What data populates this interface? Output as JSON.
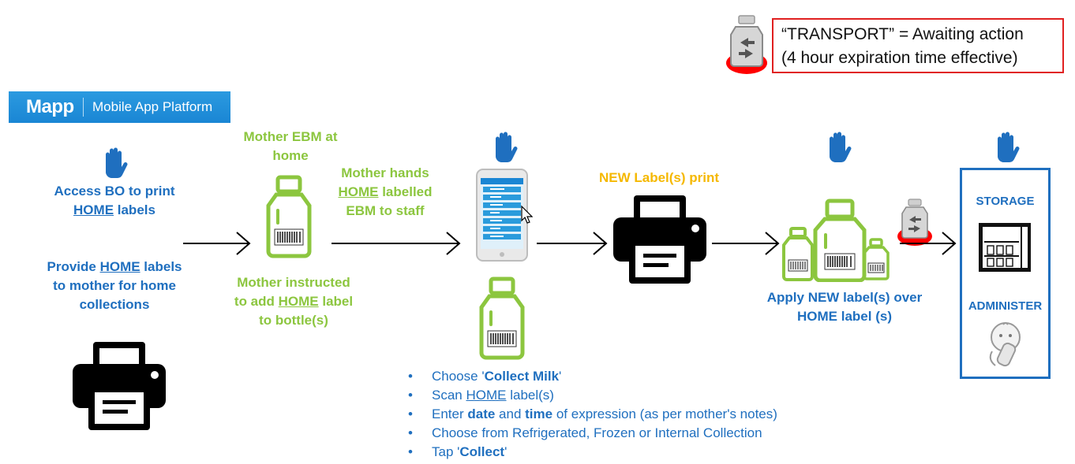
{
  "legend": {
    "line1": "“TRANSPORT” = Awaiting action",
    "line2": "(4 hour expiration time effective)"
  },
  "mapp": {
    "logo": "Mapp",
    "subtitle": "Mobile App Platform"
  },
  "step1": {
    "access_a": "Access BO to print",
    "home": "HOME",
    "access_b": " labels",
    "provide_a": "Provide ",
    "provide_b": " labels",
    "provide_c": "to mother for home",
    "provide_d": "collections"
  },
  "step2": {
    "top_a": "Mother EBM at",
    "top_b": "home",
    "bottom_a": "Mother instructed",
    "bottom_b": "to add ",
    "bottom_c": " label",
    "bottom_d": "to bottle(s)"
  },
  "step3": {
    "hands_a": "Mother hands",
    "hands_b": " labelled",
    "hands_c": "EBM to staff"
  },
  "step4": {
    "label": "NEW Label(s) print"
  },
  "step5": {
    "apply_a": "Apply NEW label(s) over",
    "apply_b": " label (s)"
  },
  "step6": {
    "storage": "STORAGE",
    "administer": "ADMINISTER"
  },
  "bullets": {
    "b1_a": "Choose '",
    "b1_b": "Collect Milk",
    "b1_c": "'",
    "b2_a": "Scan ",
    "b2_c": " label(s)",
    "b3_a": "Enter ",
    "b3_b": "date",
    "b3_c": " and ",
    "b3_d": "time",
    "b3_e": " of expression (as per mother's notes)",
    "b4": "Choose from Refrigerated, Frozen or Internal Collection",
    "b5_a": "Tap '",
    "b5_b": "Collect",
    "b5_c": "'"
  },
  "colors": {
    "blue": "#1f6fbf",
    "green": "#8cc63f",
    "gold": "#f5b800",
    "red": "#e02020"
  },
  "icons": [
    "transport-bottle-icon",
    "hand-icon",
    "milk-bottle-icon",
    "printer-icon",
    "phone-app-icon",
    "fridge-icon",
    "baby-icon",
    "arrow-icon"
  ]
}
